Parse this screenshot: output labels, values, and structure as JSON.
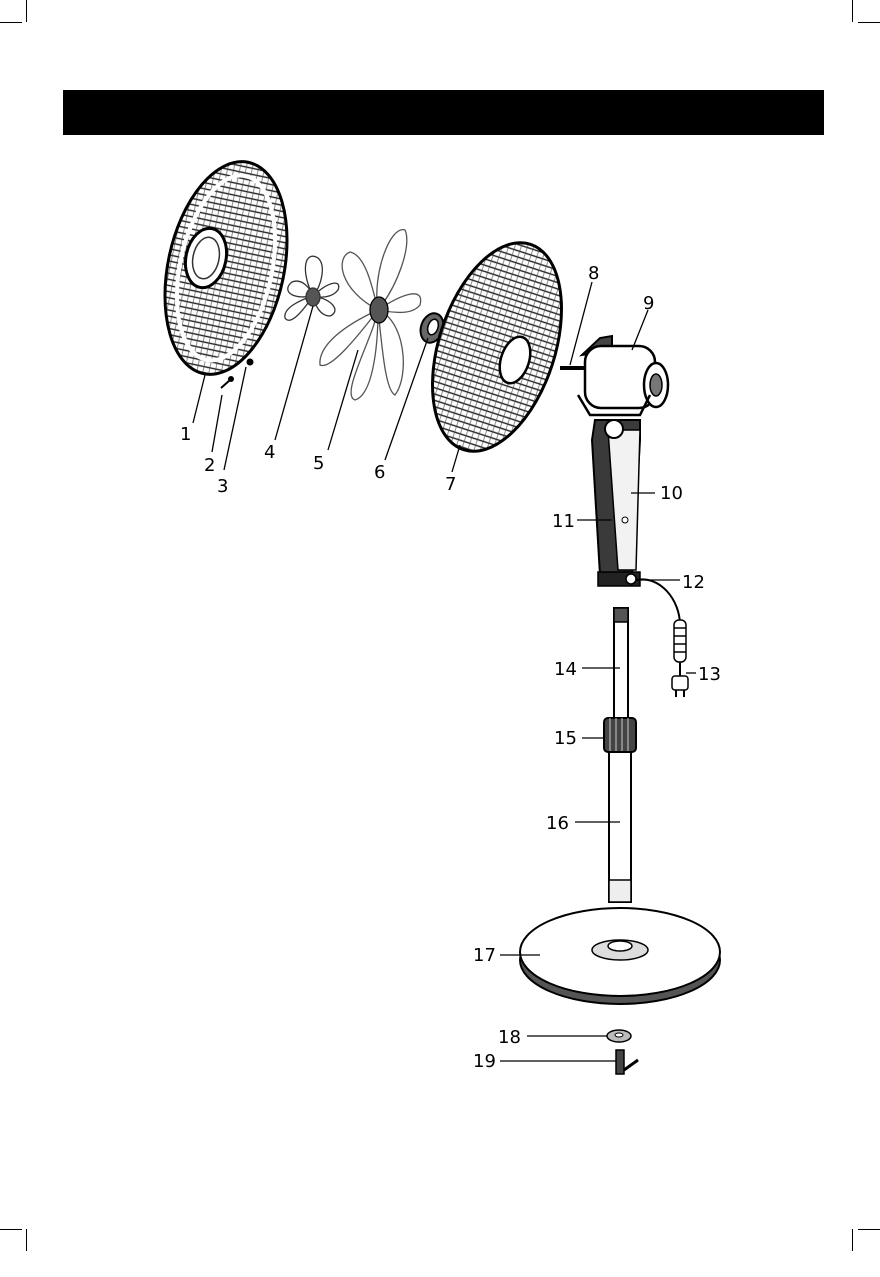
{
  "header": {
    "bar_color": "#000000"
  },
  "parts": [
    {
      "n": "1"
    },
    {
      "n": "2"
    },
    {
      "n": "3"
    },
    {
      "n": "4"
    },
    {
      "n": "5"
    },
    {
      "n": "6"
    },
    {
      "n": "7"
    },
    {
      "n": "8"
    },
    {
      "n": "9"
    },
    {
      "n": "10"
    },
    {
      "n": "11"
    },
    {
      "n": "12"
    },
    {
      "n": "13"
    },
    {
      "n": "14"
    },
    {
      "n": "15"
    },
    {
      "n": "16"
    },
    {
      "n": "17"
    },
    {
      "n": "18"
    },
    {
      "n": "19"
    }
  ]
}
